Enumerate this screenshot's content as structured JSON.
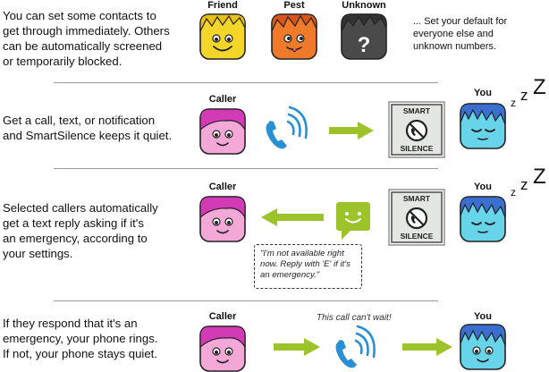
{
  "row1": {
    "text": [
      "You can set some contacts to",
      "get through immediately. Others",
      "can be automatically screened",
      "or temporarily blocked."
    ],
    "friend_label": "Friend",
    "pest_label": "Pest",
    "unknown_label": "Unknown",
    "default_text": [
      "... Set your default for",
      "everyone else and",
      "unknown numbers."
    ]
  },
  "row2": {
    "text": [
      "Get a call, text, or notification",
      "and SmartSilence keeps it quiet."
    ],
    "caller_label": "Caller",
    "you_label": "You"
  },
  "row3": {
    "text": [
      "Selected callers automatically",
      "get a text reply asking if it's",
      "an emergency, according to",
      "your settings."
    ],
    "caller_label": "Caller",
    "you_label": "You",
    "reply_text": [
      "\"I'm not available right",
      "now. Reply with 'E' if it's",
      "an emergency.\""
    ]
  },
  "row4": {
    "text": [
      "If they respond that it's an",
      "emergency, your phone rings.",
      "If not, your phone stays quiet."
    ],
    "caller_label": "Caller",
    "you_label": "You",
    "cant_wait": "This call can't wait!"
  },
  "sign": {
    "line1": "SMART",
    "line2": "SILENCE"
  },
  "sleep": {
    "z_small": "z",
    "z_mid": "z",
    "z_big": "Z"
  },
  "colors": {
    "arrow": "#9cc32a",
    "phone_blue": "#2a8fd4",
    "friend": "#f4d62a",
    "pest": "#ef7a2a",
    "unknown": "#4a4a4a",
    "caller": "#d23ab6",
    "you": "#5ab8e6",
    "text_bubble": "#9cc32a"
  }
}
